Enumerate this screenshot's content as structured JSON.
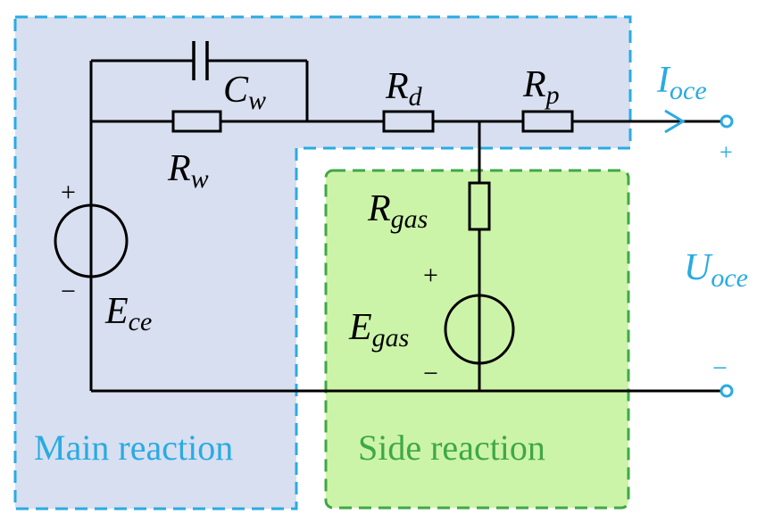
{
  "regions": {
    "main": {
      "label": "Main reaction",
      "fill": "#d8dff0",
      "border": "#29abe2"
    },
    "side": {
      "label": "Side reaction",
      "fill": "#ccf4a8",
      "border": "#3fa846"
    }
  },
  "components": {
    "Cw": {
      "base": "C",
      "sub": "w"
    },
    "Rw": {
      "base": "R",
      "sub": "w"
    },
    "Rd": {
      "base": "R",
      "sub": "d"
    },
    "Rp": {
      "base": "R",
      "sub": "p"
    },
    "Rgas": {
      "base": "R",
      "sub": "gas"
    },
    "Ece": {
      "base": "E",
      "sub": "ce"
    },
    "Egas": {
      "base": "E",
      "sub": "gas"
    }
  },
  "terminals": {
    "current": {
      "base": "I",
      "sub": "oce"
    },
    "voltage": {
      "base": "U",
      "sub": "oce"
    },
    "plus": "+",
    "minus": "−"
  },
  "polarity": {
    "plus": "+",
    "minus": "−"
  },
  "colors": {
    "accent": "#29abe2",
    "wire": "#000000",
    "side_text": "#3fa846"
  }
}
